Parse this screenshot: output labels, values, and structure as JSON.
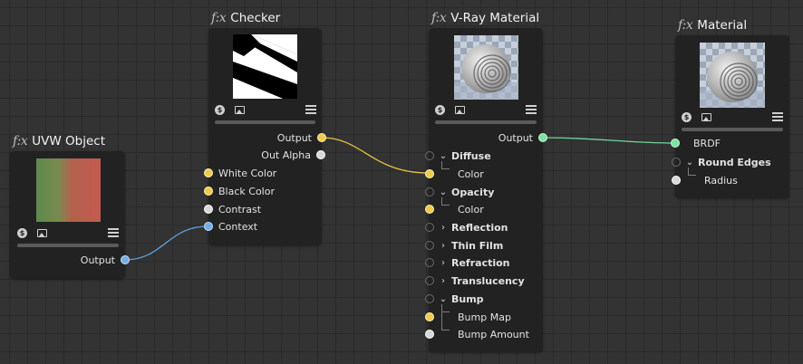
{
  "nodes": {
    "uvw": {
      "fx": "f:x",
      "title": "UVW Object",
      "outputs": [
        "Output"
      ]
    },
    "checker": {
      "fx": "f:x",
      "title": "Checker",
      "outputs": [
        "Output",
        "Out Alpha"
      ],
      "inputs": [
        "White Color",
        "Black Color",
        "Contrast",
        "Context"
      ]
    },
    "vray": {
      "fx": "f:x",
      "title": "V-Ray Material",
      "outputs": [
        "Output"
      ],
      "inputs": [
        {
          "label": "Diffuse",
          "group": true,
          "expanded": true
        },
        {
          "label": "Color",
          "group": false
        },
        {
          "label": "Opacity",
          "group": true,
          "expanded": true
        },
        {
          "label": "Color",
          "group": false
        },
        {
          "label": "Reflection",
          "group": true,
          "expanded": false
        },
        {
          "label": "Thin Film",
          "group": true,
          "expanded": false
        },
        {
          "label": "Refraction",
          "group": true,
          "expanded": false
        },
        {
          "label": "Translucency",
          "group": true,
          "expanded": false
        },
        {
          "label": "Bump",
          "group": true,
          "expanded": true
        },
        {
          "label": "Bump Map",
          "group": false
        },
        {
          "label": "Bump Amount",
          "group": false
        }
      ]
    },
    "material": {
      "fx": "f:x",
      "title": "Material",
      "inputs": [
        {
          "label": "BRDF",
          "group": false
        },
        {
          "label": "Round Edges",
          "group": true,
          "expanded": true
        },
        {
          "label": "Radius",
          "group": false
        }
      ]
    }
  },
  "icons": {
    "dollar": "$",
    "chevron_down": "⌄",
    "chevron_right": "›"
  },
  "colors": {
    "port_yellow": "#f0c94a",
    "port_blue": "#74aee6",
    "port_green": "#7ee0a4",
    "wire_yellow": "#e8c247",
    "wire_blue": "#5f9fd8",
    "wire_green": "#6fd69a"
  }
}
